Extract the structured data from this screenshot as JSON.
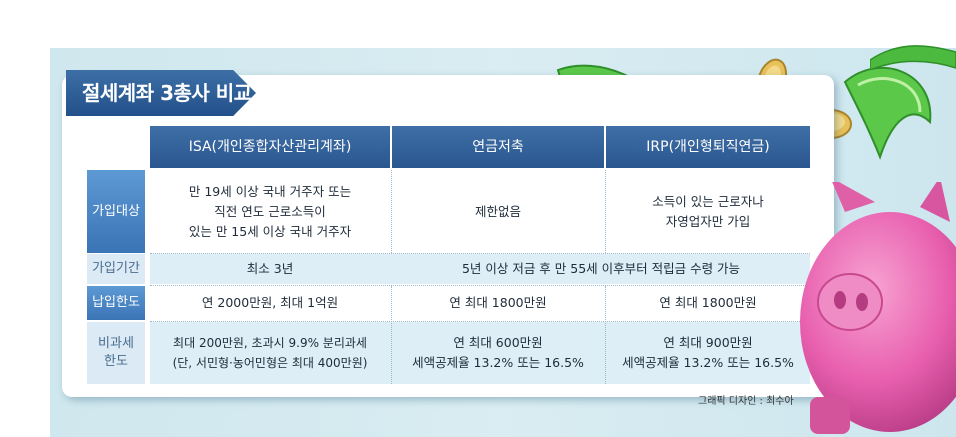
{
  "title": "절세계좌 3총사 비교",
  "columns": [
    "ISA(개인종합자산관리계좌)",
    "연금저축",
    "IRP(개인형퇴직연금)"
  ],
  "rows": [
    {
      "label": "가입대상",
      "cells": [
        "만 19세 이상 국내 거주자 또는\n직전 연도 근로소득이\n있는 만 15세 이상 국내 거주자",
        "제한없음",
        "소득이 있는 근로자나\n자영업자만 가입"
      ]
    },
    {
      "label": "가입기간",
      "cells": [
        "최소 3년",
        "5년 이상 저금 후 만 55세 이후부터 적립금 수령 가능"
      ]
    },
    {
      "label": "납입한도",
      "cells": [
        "연 2000만원, 최대 1억원",
        "연 최대 1800만원",
        "연 최대 1800만원"
      ]
    },
    {
      "label": "비과세\n한도",
      "cells": [
        "최대 200만원, 초과시 9.9% 분리과세\n(단, 서민형·농어민형은 최대 400만원)",
        "연 최대 600만원\n세액공제율 13.2% 또는 16.5%",
        "연 최대 900만원\n세액공제율 13.2% 또는 16.5%"
      ]
    }
  ],
  "credit": "그래픽 디자인 : 최수아",
  "colors": {
    "header": "#2f5d97",
    "label": "#4a86c6",
    "band": "#ddeef6",
    "piggy": "#e85fae"
  },
  "decorations": [
    "money-bills",
    "gold-coins",
    "piggy-bank"
  ]
}
